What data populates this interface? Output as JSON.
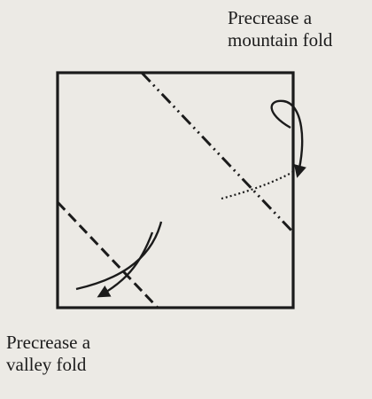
{
  "labels": {
    "mountain": {
      "line1": "Precrease a",
      "line2": "mountain fold"
    },
    "valley": {
      "line1": "Precrease a",
      "line2": "valley fold"
    }
  },
  "colors": {
    "ink": "#1b1b1b",
    "paper": "#eceae5"
  }
}
